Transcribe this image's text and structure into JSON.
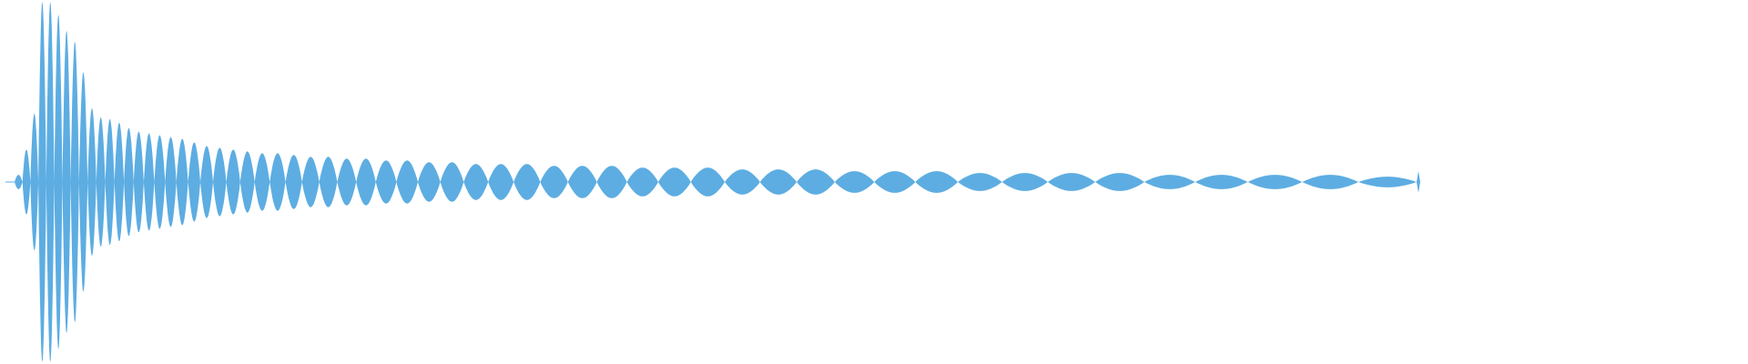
{
  "waveform": {
    "color": "#5DADE2",
    "background": "#FFFFFF",
    "description_icon": "audio-waveform",
    "lobe_amplitudes": [
      0.04,
      0.18,
      0.38,
      1.0,
      1.0,
      0.93,
      0.84,
      0.78,
      0.61,
      0.41,
      0.36,
      0.35,
      0.33,
      0.3,
      0.28,
      0.27,
      0.26,
      0.25,
      0.24,
      0.22,
      0.2,
      0.19,
      0.18,
      0.17,
      0.16,
      0.16,
      0.15,
      0.14,
      0.14,
      0.13,
      0.13,
      0.12,
      0.12,
      0.11,
      0.11,
      0.1,
      0.1,
      0.1,
      0.09,
      0.09,
      0.09,
      0.08,
      0.08,
      0.08,
      0.07,
      0.07,
      0.07,
      0.06,
      0.06,
      0.06,
      0.05,
      0.05,
      0.05,
      0.05,
      0.04,
      0.04,
      0.04,
      0.04,
      0.03
    ]
  }
}
